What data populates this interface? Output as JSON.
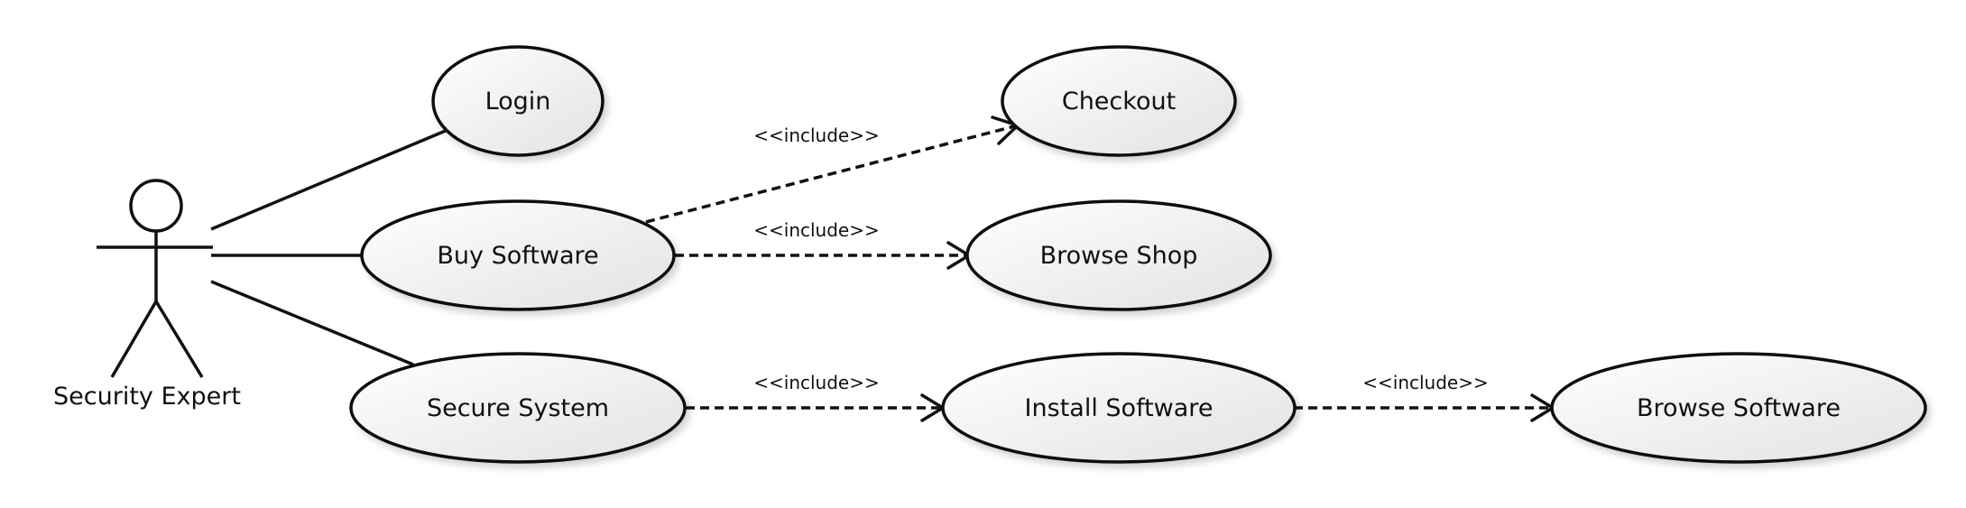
{
  "actor": {
    "name": "Security Expert"
  },
  "use_cases": {
    "login": "Login",
    "buy_software": "Buy Software",
    "secure_system": "Secure System",
    "checkout": "Checkout",
    "browse_shop": "Browse Shop",
    "install_software": "Install Software",
    "browse_software": "Browse Software"
  },
  "relations": {
    "buy_checkout": "<<include>>",
    "buy_browse_shop": "<<include>>",
    "secure_install": "<<include>>",
    "install_browse_software": "<<include>>"
  },
  "colors": {
    "stroke": "#111111",
    "fill_light": "#ffffff",
    "fill_dark": "#e2e2e2"
  }
}
